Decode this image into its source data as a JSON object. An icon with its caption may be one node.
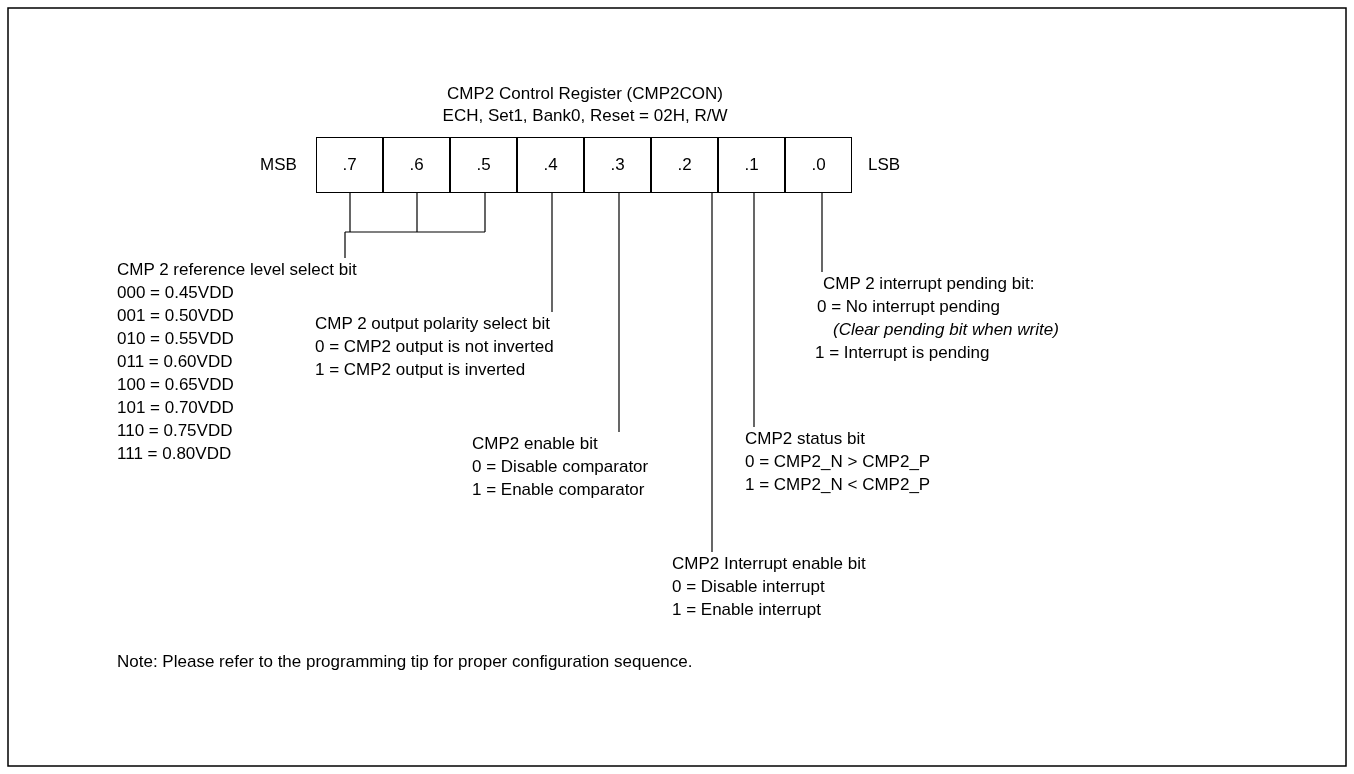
{
  "diagram": {
    "title": "CMP2 Control Register (CMP2CON)",
    "nodes": [
      {
        "text": [
          ".7"
        ]
      },
      {
        "text": [
          ".6"
        ]
      },
      {
        "text": [
          ".5"
        ]
      },
      {
        "text": [
          ".4"
        ]
      },
      {
        "text": [
          ".3"
        ]
      },
      {
        "text": [
          ".2"
        ]
      },
      {
        "text": [
          ".1"
        ]
      },
      {
        "text": [
          ".0"
        ]
      },
      {
        "text": [
          "CMP 2 reference level select bit",
          "000 = 0.45VDD",
          "001 = 0.50VDD",
          "010 = 0.55VDD",
          "011 = 0.60VDD",
          "100 = 0.65VDD",
          "101 = 0.70VDD",
          "110 = 0.75VDD",
          "111 = 0.80VDD"
        ]
      },
      {
        "text": [
          "CMP 2 output polarity select bit",
          "0 = CMP2 output is not inverted",
          "1 = CMP2 output is inverted"
        ]
      },
      {
        "text": [
          "CMP2 enable bit",
          "0 = Disable comparator",
          "1 = Enable comparator"
        ]
      },
      {
        "text": [
          "CMP2 Interrupt enable bit",
          "0 = Disable interrupt",
          "1 = Enable interrupt"
        ]
      },
      {
        "text": [
          "CMP2 status bit",
          "0 = CMP2_N > CMP2_P",
          "1 = CMP2_N < CMP2_P"
        ]
      },
      {
        "text": [
          "CMP 2 interrupt pending bit:",
          "0 = No interrupt pending",
          "(Clear pending bit when write)",
          "1 = Interrupt is pending"
        ]
      }
    ],
    "edges": [
      {
        "from": 8,
        "to": 0,
        "arrow": "none"
      },
      {
        "from": 8,
        "to": 1,
        "arrow": "none"
      },
      {
        "from": 8,
        "to": 2,
        "arrow": "none"
      },
      {
        "from": 9,
        "to": 3,
        "arrow": "none"
      },
      {
        "from": 10,
        "to": 4,
        "arrow": "none"
      },
      {
        "from": 11,
        "to": 5,
        "arrow": "none"
      },
      {
        "from": 12,
        "to": 6,
        "arrow": "none"
      },
      {
        "from": 13,
        "to": 7,
        "arrow": "none"
      }
    ],
    "labels": [
      "ECH, Set1, Bank0, Reset = 02H, R/W",
      "MSB",
      "LSB",
      "Note: Please refer to the programming tip for proper configuration sequence."
    ]
  }
}
